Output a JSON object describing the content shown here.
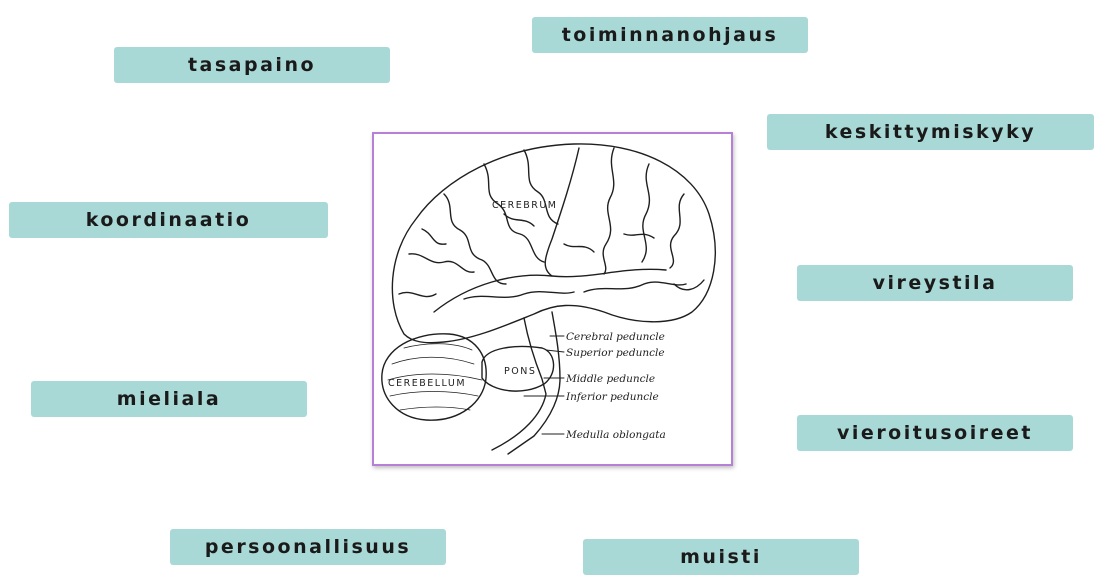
{
  "functions": [
    "toiminnanohjaus",
    "tasapaino",
    "keskittymiskyky",
    "koordinaatio",
    "vireystila",
    "mieliala",
    "vieroitusoireet",
    "persoonallisuus",
    "muisti"
  ],
  "figure": {
    "labels": {
      "cerebrum": "CEREBRUM",
      "cerebellum": "CEREBELLUM",
      "pons": "PONS",
      "cerebral_peduncle": "Cerebral peduncle",
      "superior_peduncle": "Superior peduncle",
      "middle_peduncle": "Middle peduncle",
      "inferior_peduncle": "Inferior peduncle",
      "medulla_oblongata": "Medulla oblongata"
    }
  }
}
